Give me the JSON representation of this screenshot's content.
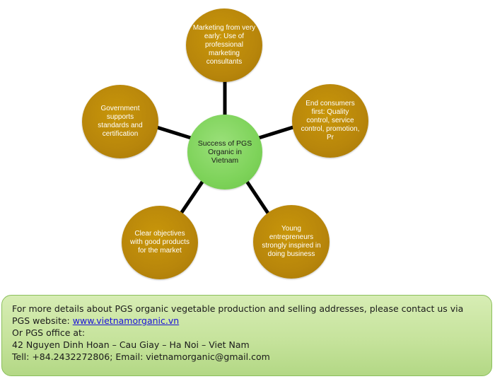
{
  "diagram": {
    "center": {
      "text": "Success of PGS Organic in Vietnam"
    },
    "nodes": [
      {
        "text": "Marketing from very early: Use of professional marketing consultants"
      },
      {
        "text": "End consumers first: Quality control, service control, promotion, Pr"
      },
      {
        "text": "Young entrepreneurs strongly inspired in doing business"
      },
      {
        "text": "Clear objectives with good products for the market"
      },
      {
        "text": "Government supports standards and certification"
      }
    ],
    "colors": {
      "outer": "#b8860b",
      "center": "#7ed35a",
      "connector": "#000000"
    }
  },
  "contact": {
    "line1": "For more details about PGS organic vegetable production and selling addresses, please contact us via",
    "line2_prefix": "PGS website: ",
    "website": "www.vietnamorganic.vn",
    "line3": "Or PGS office at:",
    "line4": "42 Nguyen Dinh Hoan – Cau Giay – Ha Noi – Viet Nam",
    "line5": "Tell:  +84.2432272806; Email: vietnamorganic@gmail.com",
    "colors": {
      "background": "#c6e39c",
      "link": "#1a12d8"
    }
  }
}
